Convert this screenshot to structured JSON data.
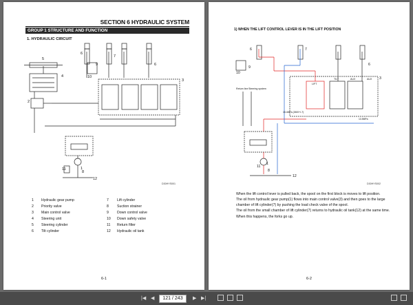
{
  "page1": {
    "section_title": "SECTION 6 HYDRAULIC SYSTEM",
    "group_title": "GROUP 1 STRUCTURE AND FUNCTION",
    "subtitle": "1. HYDRAULIC CIRCUIT",
    "diagram_code": "D30HYS001",
    "page_number": "6-1",
    "legend_left": [
      "1",
      "Hydraulic gear pump",
      "2",
      "Priority valve",
      "3",
      "Main control valve",
      "4",
      "Steering unit",
      "5",
      "Steering cylinder",
      "6",
      "Tilt cylinder"
    ],
    "legend_right": [
      "7",
      "Lift cylinder",
      "8",
      "Suction strainer",
      "9",
      "Down control valve",
      "10",
      "Down safety valve",
      "11",
      "Return filter",
      "12",
      "Hydraulic oil tank"
    ]
  },
  "page2": {
    "heading": "1) WHEN THE LIFT CONTROL LEVER IS IN THE LIFT POSITION",
    "diagram_code": "D30HYS002",
    "page_number": "6-2",
    "paragraph": [
      "When the lift control lever is pulled back, the spool on the first block is moves to lift position.",
      "The oil from hydraulic gear pump(1) flows into main control valve(3) and then goes to the large",
      "chamber of lift cylinder(7) by pushing the load check valve of the spool.",
      "The oil from the small chamber of lift cylinder(7) returns to hydraulic oil tank(12) at the same time.",
      "When this happens, the forks go up."
    ],
    "labels": {
      "return_line": "Return line",
      "steering_system": "Steering system",
      "lift": "LIFT",
      "tilt": "TILT",
      "aux1": "AUX",
      "aux2": "AUX"
    }
  },
  "toolbar": {
    "first": "|◀",
    "prev": "◀",
    "page_display": "121 / 243",
    "next": "▶",
    "last": "▶|",
    "pressure_left": "18.4MPa (2600+/-7)",
    "pressure_right": "13.5MPa"
  },
  "colors": {
    "pressure_line": "#e02020",
    "return_line": "#2060d0",
    "page_bg": "#ffffff",
    "viewer_bg": "#6b6b6b",
    "toolbar_bg": "#4a4a4a"
  }
}
